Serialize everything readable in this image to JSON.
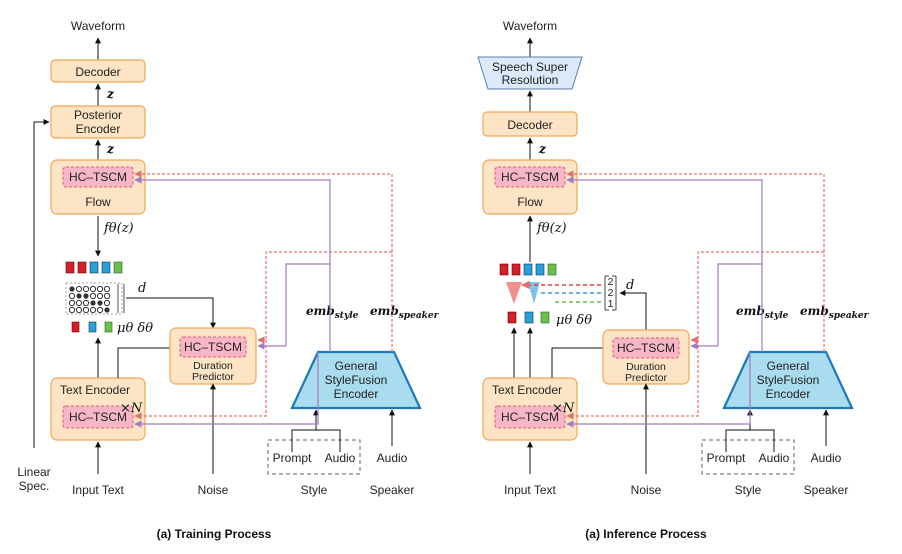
{
  "left": {
    "waveform": "Waveform",
    "decoder": "Decoder",
    "posterior_encoder_l1": "Posterior",
    "posterior_encoder_l2": "Encoder",
    "z1": "z",
    "z2": "z",
    "hctscm": "HC–TSCM",
    "flow": "Flow",
    "f_theta_z": "fθ(z)",
    "d": "d",
    "mu_delta": "μθ δθ",
    "duration_predictor_l1": "Duration",
    "duration_predictor_l2": "Predictor",
    "text_encoder": "Text Encoder",
    "times_n": "×N",
    "general_l1": "General",
    "general_l2": "StyleFusion",
    "general_l3": "Encoder",
    "emb_style": "emb",
    "emb_style_sub": "style",
    "emb_speaker": "emb",
    "emb_speaker_sub": "speaker",
    "prompt": "Prompt",
    "audio": "Audio",
    "audio_speaker": "Audio",
    "input_text": "Input Text",
    "noise": "Noise",
    "style": "Style",
    "speaker": "Speaker",
    "linear_l1": "Linear",
    "linear_l2": "Spec.",
    "caption": "(a)  Training Process"
  },
  "right": {
    "waveform": "Waveform",
    "ssr_l1": "Speech Super",
    "ssr_l2": "Resolution",
    "decoder": "Decoder",
    "z": "z",
    "hctscm": "HC–TSCM",
    "flow": "Flow",
    "f_theta_z": "fθ(z)",
    "d": "d",
    "mu_delta": "μθ δθ",
    "duration_predictor_l1": "Duration",
    "duration_predictor_l2": "Predictor",
    "text_encoder": "Text Encoder",
    "times_n": "×N",
    "general_l1": "General",
    "general_l2": "StyleFusion",
    "general_l3": "Encoder",
    "emb_style": "emb",
    "emb_style_sub": "style",
    "emb_speaker": "emb",
    "emb_speaker_sub": "speaker",
    "prompt": "Prompt",
    "audio": "Audio",
    "audio_speaker": "Audio",
    "input_text": "Input Text",
    "noise": "Noise",
    "style": "Style",
    "speaker": "Speaker",
    "dur_vals": [
      "2",
      "2",
      "1"
    ],
    "caption": "(a)  Inference Process"
  },
  "colors": {
    "block_fill": "#fde4c4",
    "block_stroke": "#f0a858",
    "hctscm_fill": "#f6b6c6",
    "encoder_fill": "#a9dcef",
    "encoder_stroke": "#1c78b8",
    "style_line": "#a27bc4",
    "speaker_line": "#e2706e"
  }
}
